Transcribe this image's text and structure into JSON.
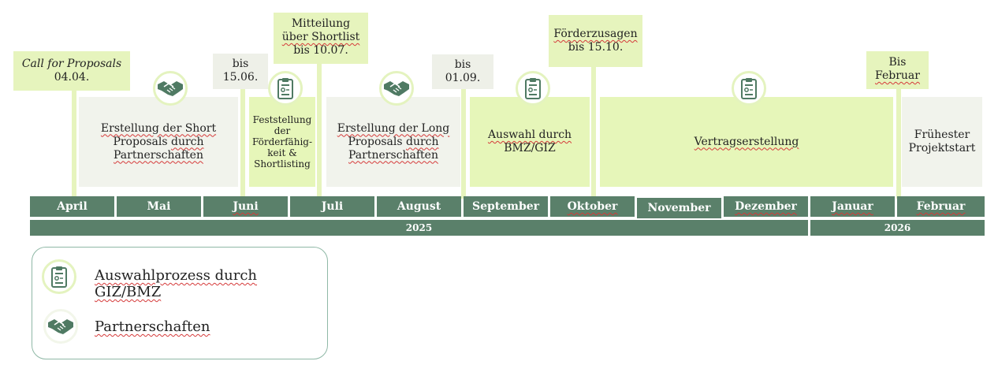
{
  "callouts": {
    "call": {
      "line1": "Call for Proposals",
      "line2": "04.04."
    },
    "bis_juni": {
      "line1": "bis",
      "line2": "15.06."
    },
    "mitteilung": {
      "line1": "Mitteilung",
      "line2": "über Shortlist",
      "line3": "bis 10.07."
    },
    "bis_sep": {
      "line1": "bis",
      "line2": "01.09."
    },
    "foerderzusagen": {
      "line1": "Förderzusagen",
      "line2": "bis 15.10."
    },
    "bis_feb": {
      "line1": "Bis",
      "line2": "Februar"
    }
  },
  "phases": {
    "short": {
      "line1": "Erstellung der Short",
      "line2a": "Proposals ",
      "line2b": "durch",
      "line3": "Partnerschaften"
    },
    "feststellung": {
      "line1": "Feststellung",
      "line2": "der",
      "line3": "Förderfähig-",
      "line4": "keit &",
      "line5": "Shortlisting"
    },
    "long": {
      "line1": "Erstellung der Long",
      "line2a": "Proposals ",
      "line2b": "durch",
      "line3": "Partnerschaften"
    },
    "auswahl": {
      "line1": "Auswahl durch",
      "line2": "BMZ/GIZ"
    },
    "vertrag": {
      "line1": "Vertragserstellung"
    },
    "start": {
      "line1": "Frühester",
      "line2": "Projektstart"
    }
  },
  "months": [
    "April",
    "Mai",
    "Juni",
    "Juli",
    "August",
    "September",
    "Oktober",
    "November",
    "Dezember",
    "Januar",
    "Februar"
  ],
  "years": [
    "2025",
    "2026"
  ],
  "legend": {
    "items": [
      {
        "icon": "clipboard-icon",
        "label": "Auswahlprozess durch GIZ/BMZ"
      },
      {
        "icon": "handshake-icon",
        "label": "Partnerschaften"
      }
    ]
  },
  "colors": {
    "bar": "#5a806a",
    "light_green": "#e6f4bd",
    "light_grey": "#f1f3ec",
    "icon": "#4f7a63"
  }
}
